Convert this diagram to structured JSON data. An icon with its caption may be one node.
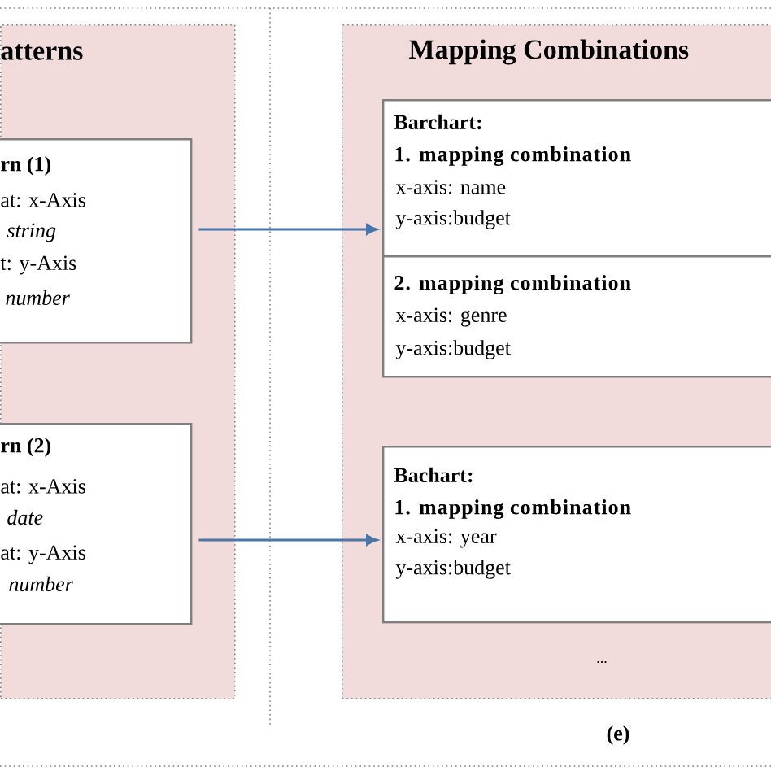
{
  "diagram": {
    "nodes": [
      {
        "text": [
          "atterns"
        ]
      },
      {
        "text": [
          "rn (1)",
          "at: x-Axis",
          "string",
          "t: y-Axis",
          "number"
        ],
        "in": 0
      },
      {
        "text": [
          "rn (2)",
          "at: x-Axis",
          "date",
          "at: y-Axis",
          "number"
        ],
        "in": 0
      },
      {
        "text": [
          "Mapping Combinations"
        ]
      },
      {
        "text": [
          "Barchart:",
          "1. mapping combination",
          "x-axis: name",
          "y-axis:budget"
        ],
        "in": 3
      },
      {
        "text": [
          "2. mapping combination",
          "x-axis: genre",
          "y-axis:budget"
        ],
        "in": 3
      },
      {
        "text": [
          "Bachart:",
          "1. mapping combination",
          "x-axis: year",
          "y-axis:budget"
        ],
        "in": 3
      }
    ],
    "edges": [
      {
        "from": 1,
        "to": 4,
        "arrow": "to"
      },
      {
        "from": 2,
        "to": 6,
        "arrow": "to"
      }
    ],
    "labels": [
      "...",
      "(e)"
    ]
  }
}
